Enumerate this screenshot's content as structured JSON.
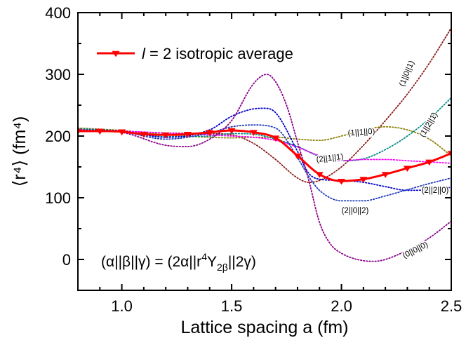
{
  "chart_data": {
    "type": "line",
    "xlabel": "Lattice spacing a (fm)",
    "ylabel": "⟨r⁴⟩ (fm⁴)",
    "xlim": [
      0.8,
      2.5
    ],
    "ylim": [
      -50,
      400
    ],
    "x_ticks": [
      1.0,
      1.5,
      2.0,
      2.5
    ],
    "x_tick_labels": [
      "1.0",
      "1.5",
      "2.0",
      "2.5"
    ],
    "y_ticks": [
      0,
      100,
      200,
      300,
      400
    ],
    "y_tick_labels": [
      "0",
      "100",
      "200",
      "300",
      "400"
    ],
    "grid": false,
    "legend": {
      "placement": "top-left",
      "entries": [
        {
          "series": "isotropic",
          "label_italic": "l",
          "label_rest": " = 2 isotropic average"
        }
      ]
    },
    "annotation": {
      "main": "(α||β||γ) = (2α||r",
      "sup": "4",
      "mid": "Y",
      "sub": "2β",
      "tail": "||2γ)"
    },
    "series": [
      {
        "key": "isotropic",
        "name": "l = 2 isotropic average",
        "color": "#ff0000",
        "style": "solid",
        "marker": "triangle-down",
        "x": [
          0.8,
          0.9,
          1.0,
          1.1,
          1.2,
          1.3,
          1.4,
          1.5,
          1.6,
          1.7,
          1.8,
          1.9,
          2.0,
          2.1,
          2.2,
          2.3,
          2.4,
          2.5
        ],
        "y": [
          208,
          208,
          207,
          203,
          202,
          203,
          206,
          209,
          206,
          197,
          168,
          138,
          127,
          130,
          138,
          148,
          158,
          172
        ],
        "marker_x": [
          0.8,
          0.9,
          1.0,
          1.1,
          1.2,
          1.3,
          1.4,
          1.5,
          1.6,
          1.7,
          1.8,
          1.9,
          2.0,
          2.1,
          2.2,
          2.3,
          2.4,
          2.5
        ]
      },
      {
        "key": "100",
        "color": "#8b1a1a",
        "style": "dotted",
        "x": [
          0.8,
          1.0,
          1.2,
          1.4,
          1.5,
          1.6,
          1.7,
          1.8,
          1.85,
          1.9,
          2.0,
          2.1,
          2.2,
          2.3,
          2.4,
          2.5
        ],
        "y": [
          211,
          208,
          205,
          204,
          202,
          188,
          162,
          132,
          125,
          128,
          150,
          185,
          225,
          268,
          318,
          375
        ],
        "label": "(1||0||1)"
      },
      {
        "key": "111",
        "color": "#8b8000",
        "style": "dotted",
        "x": [
          0.8,
          1.0,
          1.2,
          1.4,
          1.5,
          1.6,
          1.7,
          1.8,
          1.9,
          2.0,
          2.1,
          2.2,
          2.3,
          2.4,
          2.5
        ],
        "y": [
          213,
          209,
          202,
          198,
          197,
          198,
          198,
          195,
          193,
          200,
          210,
          215,
          210,
          195,
          168
        ],
        "label": "(1||1||0)"
      },
      {
        "key": "121",
        "color": "#008b8b",
        "style": "dotted",
        "x": [
          0.8,
          1.0,
          1.2,
          1.4,
          1.5,
          1.6,
          1.7,
          1.8,
          1.9,
          2.0,
          2.1,
          2.2,
          2.3,
          2.4,
          2.5
        ],
        "y": [
          212,
          208,
          199,
          200,
          204,
          203,
          195,
          183,
          167,
          160,
          163,
          178,
          200,
          228,
          262
        ],
        "label": "(1||2||1̄)"
      },
      {
        "key": "211",
        "color": "#ff00ff",
        "style": "dotted",
        "x": [
          0.8,
          1.0,
          1.2,
          1.4,
          1.5,
          1.6,
          1.7,
          1.8,
          1.9,
          2.0,
          2.1,
          2.2,
          2.3,
          2.4,
          2.5
        ],
        "y": [
          210,
          208,
          205,
          202,
          200,
          198,
          193,
          182,
          168,
          160,
          162,
          162,
          160,
          158,
          156
        ],
        "label": "(2||1||1)"
      },
      {
        "key": "220",
        "color": "#0000cd",
        "style": "dotted",
        "x": [
          0.8,
          1.0,
          1.2,
          1.4,
          1.5,
          1.6,
          1.65,
          1.7,
          1.8,
          1.85,
          1.9,
          2.0,
          2.1,
          2.2,
          2.3,
          2.4,
          2.5
        ],
        "y": [
          210,
          208,
          198,
          210,
          232,
          244,
          245,
          238,
          175,
          140,
          130,
          128,
          125,
          118,
          112,
          113,
          117
        ],
        "label": "(2||2||0)"
      },
      {
        "key": "202",
        "color": "#1e3ab8",
        "style": "dotted",
        "x": [
          0.8,
          1.0,
          1.2,
          1.4,
          1.5,
          1.6,
          1.7,
          1.8,
          1.85,
          1.9,
          2.0,
          2.1,
          2.2,
          2.3,
          2.4,
          2.5
        ],
        "y": [
          210,
          207,
          195,
          205,
          215,
          218,
          213,
          165,
          135,
          112,
          95,
          95,
          103,
          113,
          123,
          132
        ],
        "label": "(2||0||2)"
      },
      {
        "key": "000",
        "color": "#8b008b",
        "style": "dotted",
        "x": [
          0.8,
          1.0,
          1.2,
          1.3,
          1.4,
          1.5,
          1.6,
          1.66,
          1.7,
          1.75,
          1.8,
          1.85,
          1.9,
          1.95,
          2.0,
          2.1,
          2.15,
          2.2,
          2.3,
          2.4,
          2.5
        ],
        "y": [
          210,
          206,
          185,
          183,
          195,
          225,
          285,
          300,
          288,
          250,
          190,
          130,
          60,
          25,
          10,
          -2,
          -3,
          0,
          15,
          35,
          62
        ],
        "label": "(0||0||0)"
      }
    ]
  }
}
